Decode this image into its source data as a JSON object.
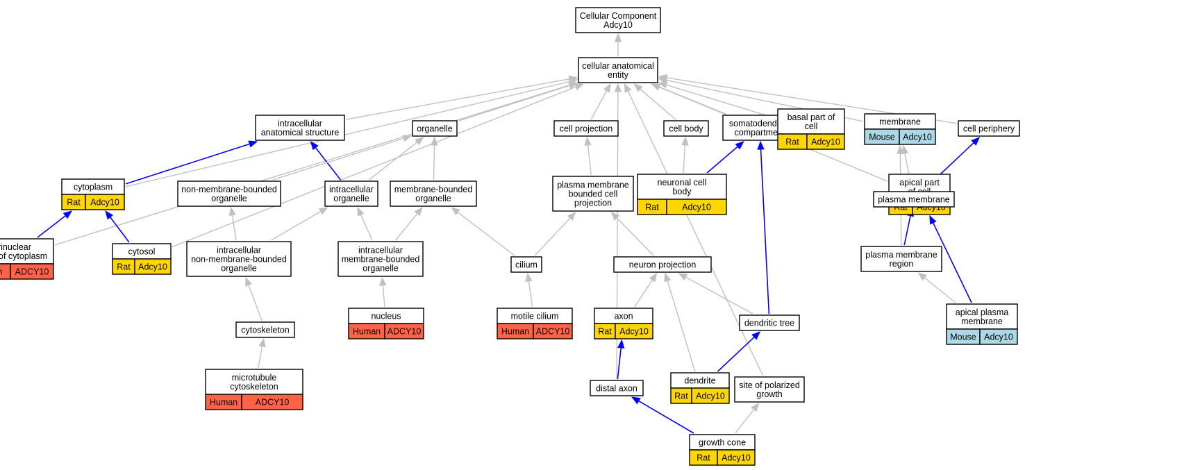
{
  "colors": {
    "rat": "#ffd700",
    "mouse": "#add8e6",
    "human": "#ff6347",
    "edge_default": "#c0c0c0",
    "edge_highlight": "#0000ff"
  },
  "nodes": [
    {
      "id": "root",
      "lines": [
        "Cellular Component",
        "Adcy10"
      ]
    },
    {
      "id": "cae",
      "lines": [
        "cellular anatomical",
        "entity"
      ]
    },
    {
      "id": "ias",
      "lines": [
        "intracellular",
        "anatomical structure"
      ]
    },
    {
      "id": "organelle",
      "lines": [
        "organelle"
      ]
    },
    {
      "id": "cellproj",
      "lines": [
        "cell projection"
      ]
    },
    {
      "id": "cellbody",
      "lines": [
        "cell body"
      ]
    },
    {
      "id": "somato",
      "lines": [
        "somatodendritic",
        "compartment"
      ]
    },
    {
      "id": "basal",
      "lines": [
        "basal part of",
        "cell"
      ],
      "species": "Rat",
      "gene": "Adcy10"
    },
    {
      "id": "membrane",
      "lines": [
        "membrane"
      ],
      "species": "Mouse",
      "gene": "Adcy10"
    },
    {
      "id": "periph",
      "lines": [
        "cell periphery"
      ]
    },
    {
      "id": "cytoplasm",
      "lines": [
        "cytoplasm"
      ],
      "species": "Rat",
      "gene": "Adcy10"
    },
    {
      "id": "nmbo",
      "lines": [
        "non-membrane-bounded",
        "organelle"
      ]
    },
    {
      "id": "intraorg",
      "lines": [
        "intracellular",
        "organelle"
      ]
    },
    {
      "id": "mbo",
      "lines": [
        "membrane-bounded",
        "organelle"
      ]
    },
    {
      "id": "pmbcp",
      "lines": [
        "plasma membrane",
        "bounded cell",
        "projection"
      ]
    },
    {
      "id": "ncb",
      "lines": [
        "neuronal cell",
        "body"
      ],
      "species": "Rat",
      "gene": "Adcy10"
    },
    {
      "id": "apical",
      "lines": [
        "apical part",
        "of cell"
      ],
      "species": "Rat",
      "gene": "Adcy10"
    },
    {
      "id": "pm",
      "lines": [
        "plasma membrane"
      ]
    },
    {
      "id": "perinuc",
      "lines": [
        "perinuclear",
        "region of cytoplasm"
      ],
      "species": "Human",
      "gene": "ADCY10"
    },
    {
      "id": "cytosol",
      "lines": [
        "cytosol"
      ],
      "species": "Rat",
      "gene": "Adcy10"
    },
    {
      "id": "inmbo",
      "lines": [
        "intracellular",
        "non-membrane-bounded",
        "organelle"
      ]
    },
    {
      "id": "imbo",
      "lines": [
        "intracellular",
        "membrane-bounded",
        "organelle"
      ]
    },
    {
      "id": "cilium",
      "lines": [
        "cilium"
      ]
    },
    {
      "id": "neuproj",
      "lines": [
        "neuron projection"
      ]
    },
    {
      "id": "pmr",
      "lines": [
        "plasma membrane",
        "region"
      ]
    },
    {
      "id": "cytoskel",
      "lines": [
        "cytoskeleton"
      ]
    },
    {
      "id": "nucleus",
      "lines": [
        "nucleus"
      ],
      "species": "Human",
      "gene": "ADCY10"
    },
    {
      "id": "motile",
      "lines": [
        "motile cilium"
      ],
      "species": "Human",
      "gene": "ADCY10"
    },
    {
      "id": "axon",
      "lines": [
        "axon"
      ],
      "species": "Rat",
      "gene": "Adcy10"
    },
    {
      "id": "dendtree",
      "lines": [
        "dendritic tree"
      ]
    },
    {
      "id": "apm",
      "lines": [
        "apical plasma",
        "membrane"
      ],
      "species": "Mouse",
      "gene": "Adcy10"
    },
    {
      "id": "mtcs",
      "lines": [
        "microtubule",
        "cytoskeleton"
      ],
      "species": "Human",
      "gene": "ADCY10"
    },
    {
      "id": "dendrite",
      "lines": [
        "dendrite"
      ],
      "species": "Rat",
      "gene": "Adcy10"
    },
    {
      "id": "distal",
      "lines": [
        "distal axon"
      ]
    },
    {
      "id": "spg",
      "lines": [
        "site of polarized",
        "growth"
      ]
    },
    {
      "id": "growth",
      "lines": [
        "growth cone"
      ],
      "species": "Rat",
      "gene": "Adcy10"
    }
  ],
  "edges": [
    {
      "from": "cae",
      "to": "root"
    },
    {
      "from": "ias",
      "to": "cae"
    },
    {
      "from": "organelle",
      "to": "cae"
    },
    {
      "from": "cellproj",
      "to": "cae"
    },
    {
      "from": "cellbody",
      "to": "cae"
    },
    {
      "from": "somato",
      "to": "cae"
    },
    {
      "from": "basal",
      "to": "cae"
    },
    {
      "from": "membrane",
      "to": "cae"
    },
    {
      "from": "periph",
      "to": "cae"
    },
    {
      "from": "cytoplasm",
      "to": "cae"
    },
    {
      "from": "cytosol",
      "to": "cae"
    },
    {
      "from": "perinuc",
      "to": "cae"
    },
    {
      "from": "apical",
      "to": "cae"
    },
    {
      "from": "distal",
      "to": "cae"
    },
    {
      "from": "spg",
      "to": "cae"
    },
    {
      "from": "cytoplasm",
      "to": "ias",
      "highlight": true
    },
    {
      "from": "intraorg",
      "to": "ias",
      "highlight": true
    },
    {
      "from": "nmbo",
      "to": "organelle"
    },
    {
      "from": "intraorg",
      "to": "organelle"
    },
    {
      "from": "mbo",
      "to": "organelle"
    },
    {
      "from": "pmbcp",
      "to": "cellproj"
    },
    {
      "from": "ncb",
      "to": "cellbody"
    },
    {
      "from": "ncb",
      "to": "somato",
      "highlight": true
    },
    {
      "from": "dendtree",
      "to": "somato",
      "highlight": true
    },
    {
      "from": "perinuc",
      "to": "cytoplasm",
      "highlight": true
    },
    {
      "from": "cytosol",
      "to": "cytoplasm",
      "highlight": true
    },
    {
      "from": "inmbo",
      "to": "nmbo"
    },
    {
      "from": "inmbo",
      "to": "intraorg"
    },
    {
      "from": "imbo",
      "to": "intraorg"
    },
    {
      "from": "imbo",
      "to": "mbo"
    },
    {
      "from": "cilium",
      "to": "mbo"
    },
    {
      "from": "cilium",
      "to": "pmbcp"
    },
    {
      "from": "neuproj",
      "to": "pmbcp"
    },
    {
      "from": "pm",
      "to": "membrane"
    },
    {
      "from": "pm",
      "to": "periph",
      "highlight": true
    },
    {
      "from": "pmr",
      "to": "membrane"
    },
    {
      "from": "pmr",
      "to": "pm",
      "highlight": true
    },
    {
      "from": "cytoskel",
      "to": "inmbo"
    },
    {
      "from": "nucleus",
      "to": "imbo"
    },
    {
      "from": "motile",
      "to": "cilium"
    },
    {
      "from": "axon",
      "to": "neuproj"
    },
    {
      "from": "dendtree",
      "to": "neuproj"
    },
    {
      "from": "dendrite",
      "to": "neuproj"
    },
    {
      "from": "apm",
      "to": "apical",
      "highlight": true
    },
    {
      "from": "apm",
      "to": "pmr"
    },
    {
      "from": "mtcs",
      "to": "cytoskel"
    },
    {
      "from": "distal",
      "to": "axon",
      "highlight": true
    },
    {
      "from": "dendrite",
      "to": "dendtree",
      "highlight": true
    },
    {
      "from": "growth",
      "to": "distal",
      "highlight": true
    },
    {
      "from": "growth",
      "to": "spg"
    }
  ]
}
